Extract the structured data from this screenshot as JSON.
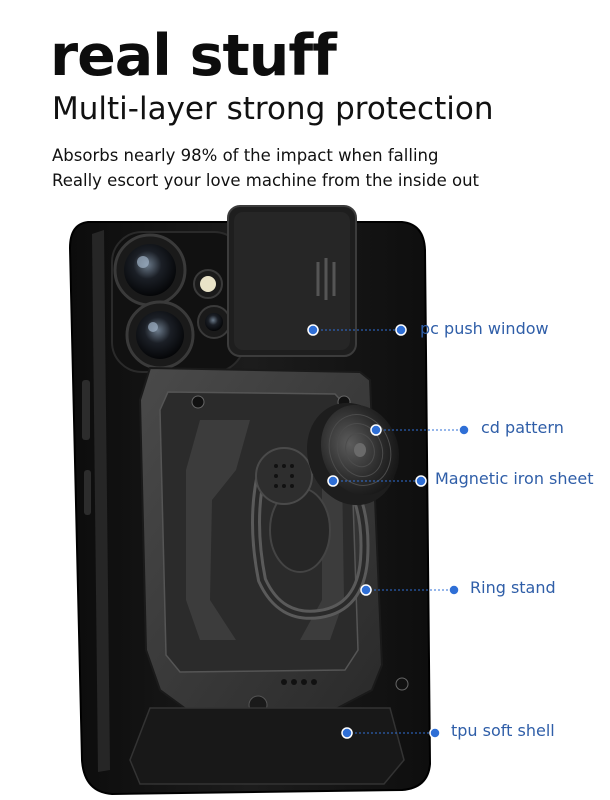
{
  "headline": "real stuff",
  "subheadline": "Multi-layer strong protection",
  "description": {
    "line1": "Absorbs nearly 98% of the impact when falling",
    "line2": "Really escort your love machine from the inside out"
  },
  "callouts": [
    {
      "label": "pc push window"
    },
    {
      "label": "cd pattern"
    },
    {
      "label": "Magnetic iron sheet"
    },
    {
      "label": "Ring stand"
    },
    {
      "label": "tpu soft shell"
    }
  ],
  "colors": {
    "case_black": "#151515",
    "armor_gray": "#3a3a3a",
    "callout_blue": "#2f6fd6",
    "label_blue": "#2f5ea8"
  }
}
